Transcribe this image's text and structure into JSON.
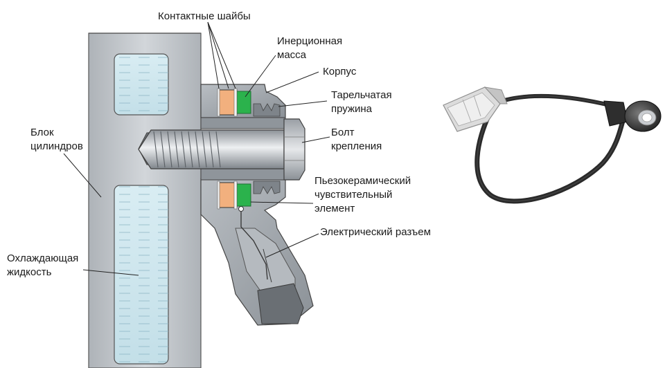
{
  "labels": {
    "contact_washers": "Контактные шайбы",
    "inertial_mass_1": "Инерционная",
    "inertial_mass_2": "масса",
    "housing": "Корпус",
    "spring_1": "Тарельчатая",
    "spring_2": "пружина",
    "bolt_1": "Болт",
    "bolt_2": "крепления",
    "block_1": "Блок",
    "block_2": "цилиндров",
    "piezo_1": "Пьезокерамический",
    "piezo_2": "чувствительный",
    "piezo_3": "элемент",
    "connector": "Электрический разъем",
    "coolant_1": "Охлаждающая",
    "coolant_2": "жидкость"
  },
  "colors": {
    "block_wall": "#c4c8cc",
    "coolant": "#cfe6ee",
    "housing": "#9aa0a6",
    "bolt": "#c8ccd0",
    "inertial_mass": "#2bb24c",
    "piezo": "#f2b07e",
    "cable": "#2a2a2a",
    "plug": "#d8d8d8"
  }
}
